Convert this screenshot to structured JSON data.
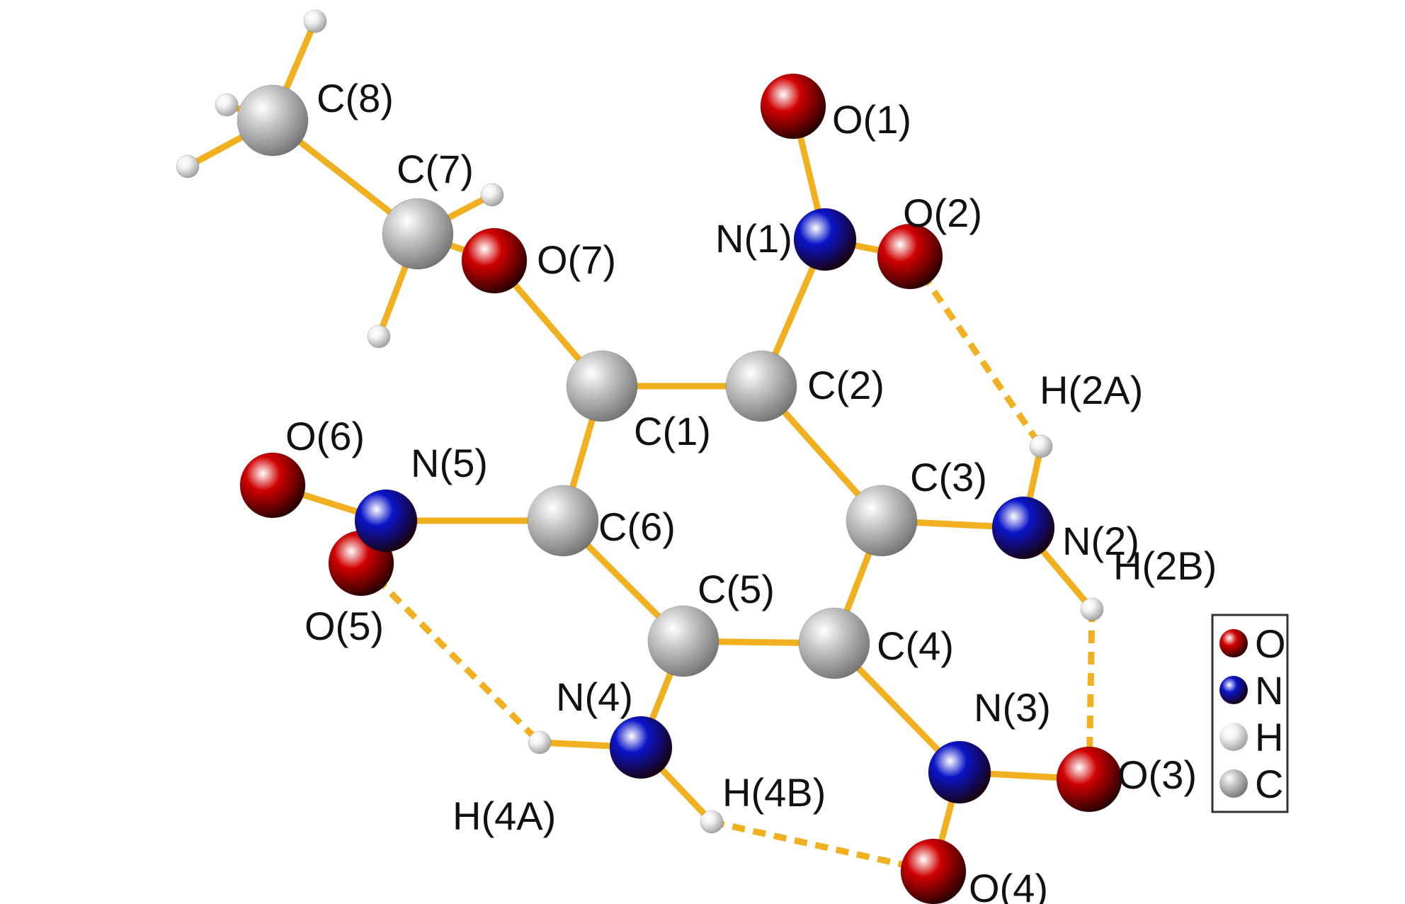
{
  "colors": {
    "O": "#d00000",
    "N": "#0a14c8",
    "H": "#f2f2f2",
    "C": "#c9c9c9",
    "bond": "#f0b020",
    "hbond": "#f0b020"
  },
  "atoms": [
    {
      "id": "O1",
      "el": "O",
      "label": "O(1)"
    },
    {
      "id": "O2",
      "el": "O",
      "label": "O(2)"
    },
    {
      "id": "O3",
      "el": "O",
      "label": "O(3)"
    },
    {
      "id": "O4",
      "el": "O",
      "label": "O(4)"
    },
    {
      "id": "O5",
      "el": "O",
      "label": "O(5)"
    },
    {
      "id": "O6",
      "el": "O",
      "label": "O(6)"
    },
    {
      "id": "O7",
      "el": "O",
      "label": "O(7)"
    },
    {
      "id": "N1",
      "el": "N",
      "label": "N(1)"
    },
    {
      "id": "N2",
      "el": "N",
      "label": "N(2)"
    },
    {
      "id": "N3",
      "el": "N",
      "label": "N(3)"
    },
    {
      "id": "N4",
      "el": "N",
      "label": "N(4)"
    },
    {
      "id": "N5",
      "el": "N",
      "label": "N(5)"
    },
    {
      "id": "C1",
      "el": "C",
      "label": "C(1)"
    },
    {
      "id": "C2",
      "el": "C",
      "label": "C(2)"
    },
    {
      "id": "C3",
      "el": "C",
      "label": "C(3)"
    },
    {
      "id": "C4",
      "el": "C",
      "label": "C(4)"
    },
    {
      "id": "C5",
      "el": "C",
      "label": "C(5)"
    },
    {
      "id": "C6",
      "el": "C",
      "label": "C(6)"
    },
    {
      "id": "C7",
      "el": "C",
      "label": "C(7)"
    },
    {
      "id": "C8",
      "el": "C",
      "label": "C(8)"
    },
    {
      "id": "H2A",
      "el": "H",
      "label": "H(2A)"
    },
    {
      "id": "H2B",
      "el": "H",
      "label": "H(2B)"
    },
    {
      "id": "H4A",
      "el": "H",
      "label": "H(4A)"
    },
    {
      "id": "H4B",
      "el": "H",
      "label": "H(4B)"
    },
    {
      "id": "H8a",
      "el": "H",
      "label": ""
    },
    {
      "id": "H8b",
      "el": "H",
      "label": ""
    },
    {
      "id": "H8c",
      "el": "H",
      "label": ""
    },
    {
      "id": "H7a",
      "el": "H",
      "label": ""
    },
    {
      "id": "H7b",
      "el": "H",
      "label": ""
    }
  ],
  "bonds": [
    [
      "C1",
      "C2"
    ],
    [
      "C2",
      "C3"
    ],
    [
      "C3",
      "C4"
    ],
    [
      "C4",
      "C5"
    ],
    [
      "C5",
      "C6"
    ],
    [
      "C6",
      "C1"
    ],
    [
      "C1",
      "O7"
    ],
    [
      "O7",
      "C7"
    ],
    [
      "C7",
      "C8"
    ],
    [
      "C2",
      "N1"
    ],
    [
      "N1",
      "O1"
    ],
    [
      "N1",
      "O2"
    ],
    [
      "C3",
      "N2"
    ],
    [
      "N2",
      "H2A"
    ],
    [
      "N2",
      "H2B"
    ],
    [
      "C4",
      "N3"
    ],
    [
      "N3",
      "O3"
    ],
    [
      "N3",
      "O4"
    ],
    [
      "C5",
      "N4"
    ],
    [
      "N4",
      "H4A"
    ],
    [
      "N4",
      "H4B"
    ],
    [
      "C6",
      "N5"
    ],
    [
      "N5",
      "O5"
    ],
    [
      "N5",
      "O6"
    ],
    [
      "C8",
      "H8a"
    ],
    [
      "C8",
      "H8b"
    ],
    [
      "C8",
      "H8c"
    ],
    [
      "C7",
      "H7a"
    ],
    [
      "C7",
      "H7b"
    ]
  ],
  "hbonds": [
    [
      "O2",
      "H2A"
    ],
    [
      "H2B",
      "O3"
    ],
    [
      "H4B",
      "O4"
    ],
    [
      "O5",
      "H4A"
    ]
  ],
  "legend": [
    {
      "el": "O",
      "label": "O"
    },
    {
      "el": "N",
      "label": "N"
    },
    {
      "el": "H",
      "label": "H"
    },
    {
      "el": "C",
      "label": "C"
    }
  ]
}
